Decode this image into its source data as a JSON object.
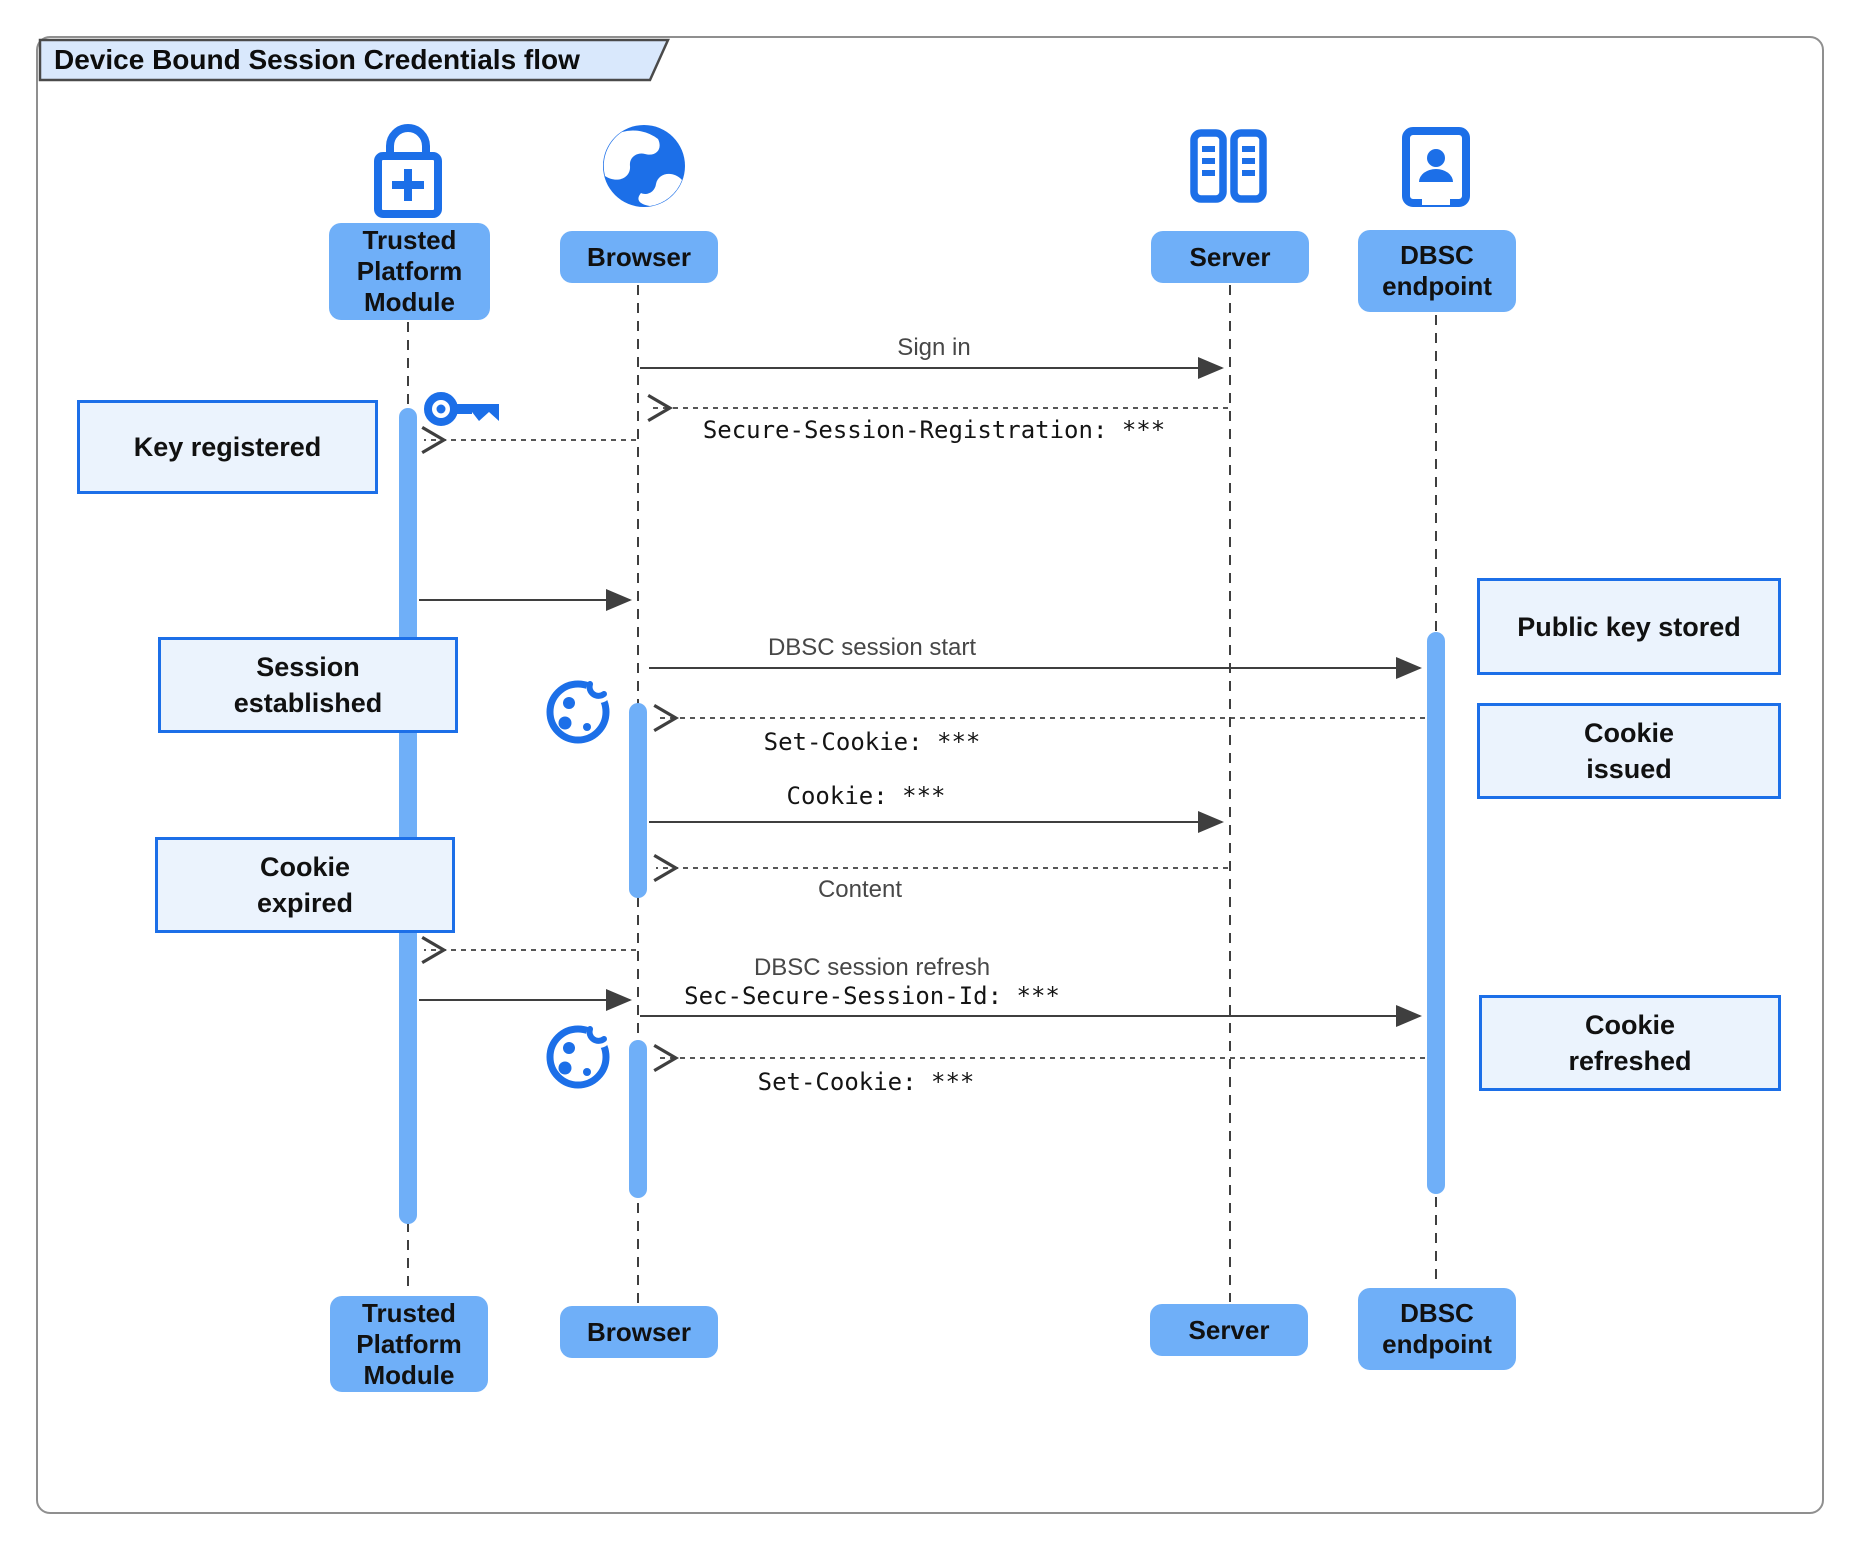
{
  "title": "Device Bound Session Credentials flow",
  "colors": {
    "accent_blue": "#1c6fe8",
    "actor_fill": "#6faff8",
    "activation_fill": "#6faff8",
    "note_fill": "#ebf3fd",
    "note_border": "#1c6fe8",
    "tab_fill": "#d9e8fc",
    "line": "#3f3f3f"
  },
  "actors": {
    "tpm": {
      "label": "Trusted Platform Module",
      "icon": "lock-plus-icon"
    },
    "browser": {
      "label": "Browser",
      "icon": "globe-icon"
    },
    "server": {
      "label": "Server",
      "icon": "server-racks-icon"
    },
    "dbsc": {
      "label": "DBSC endpoint",
      "icon": "door-person-icon"
    }
  },
  "messages": {
    "sign_in": "Sign in",
    "session_registration": "Secure-Session-Registration: ***",
    "dbsc_session_start": "DBSC session start",
    "set_cookie_1": "Set-Cookie: ***",
    "cookie": "Cookie: ***",
    "content": "Content",
    "dbsc_session_refresh": "DBSC session refresh",
    "secure_session_id": "Sec-Secure-Session-Id: ***",
    "set_cookie_2": "Set-Cookie: ***"
  },
  "notes": {
    "key_registered": "Key registered",
    "session_established": "Session established",
    "cookie_expired": "Cookie expired",
    "public_key_stored": "Public key stored",
    "cookie_issued": "Cookie issued",
    "cookie_refreshed": "Cookie refreshed"
  }
}
